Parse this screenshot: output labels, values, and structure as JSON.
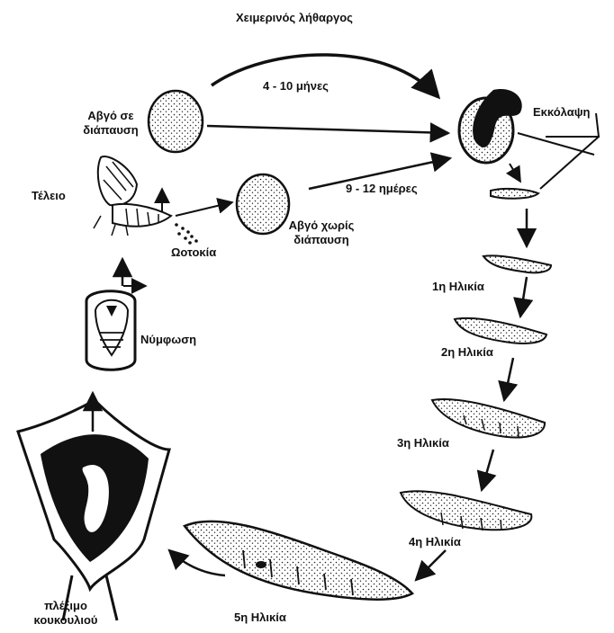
{
  "title": "Χειμερινός λήθαργος",
  "arrows": {
    "diapause_duration": "4 - 10 μήνες",
    "no_diapause_duration": "9 - 12 ημέρες"
  },
  "stages": {
    "egg_diapause": [
      "Αβγό σε",
      "διάπαυση"
    ],
    "adult": "Τέλειο",
    "oviposition": "Ωοτοκία",
    "egg_no_diapause": [
      "Αβγό χωρίς",
      "διάπαυση"
    ],
    "hatching": "Εκκόλαψη",
    "instar_1": "1η Ηλικία",
    "instar_2": "2η Ηλικία",
    "instar_3": "3η Ηλικία",
    "instar_4": "4η Ηλικία",
    "instar_5": "5η Ηλικία",
    "pupation": "Νύμφωση",
    "cocoon": [
      "πλέξιμο",
      "κουκουλιού"
    ]
  }
}
